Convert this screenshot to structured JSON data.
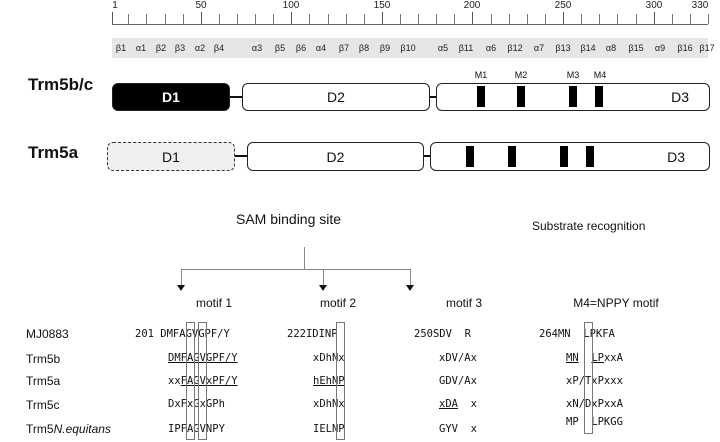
{
  "ruler": {
    "labels": [
      "1",
      "50",
      "100",
      "150",
      "200",
      "250",
      "300",
      "330"
    ]
  },
  "secondary_structure": [
    "β1",
    "α1",
    "β2",
    "β3",
    "α2",
    "β4",
    "α3",
    "β5",
    "β6",
    "α4",
    "β7",
    "β8",
    "β9",
    "β10",
    "α5",
    "β11",
    "α6",
    "β12",
    "α7",
    "β13",
    "β14",
    "α8",
    "β15",
    "α9",
    "β16",
    "β17"
  ],
  "constructs": {
    "trm5bc": {
      "label": "Trm5b/c",
      "d1": "D1",
      "d2": "D2",
      "d3": "D3",
      "motifs": [
        "M1",
        "M2",
        "M3",
        "M4"
      ]
    },
    "trm5a": {
      "label": "Trm5a",
      "d1": "D1",
      "d2": "D2",
      "d3": "D3"
    }
  },
  "headings": {
    "sam": "SAM binding site",
    "substrate": "Substrate recognition"
  },
  "columns": [
    "motif 1",
    "motif 2",
    "motif 3",
    "M4=NPPY motif"
  ],
  "rows": [
    {
      "label": "MJ0883",
      "m1": "201 DMFAGVGPF/Y",
      "m2": "222IDINP",
      "m3": "250SDV  R",
      "m4": "264MN  LPKFA"
    },
    {
      "label": "Trm5b",
      "m1": "DMFAGVGPF/Y",
      "m2": "xDhNx",
      "m3": "xDV/Ax",
      "m4": "MN  LPxxA"
    },
    {
      "label": "Trm5a",
      "m1": "xxFAGVxPF/Y",
      "m2": "hEhNP",
      "m3": "GDV/Ax",
      "m4": "xP/TxPxxx"
    },
    {
      "label": "Trm5c",
      "m1": "DxFxGxGPh",
      "m2": "xDhNx",
      "m3": "xDA  x",
      "m4": "xN/DxPxxA"
    },
    {
      "label_main": "Trm5",
      "label_italic": "N.equitans",
      "m1": "IPFAGVNPY",
      "m2": "IELNP",
      "m3": "GYV  x",
      "m4": "MP  LPKGG"
    }
  ]
}
